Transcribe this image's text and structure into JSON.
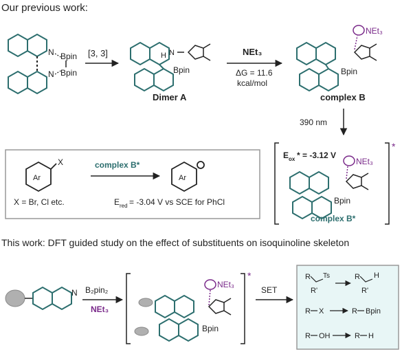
{
  "header": {
    "previous_title": "Our previous work:",
    "this_work_title": "This work: DFT guided study on the effect of substituents on isoquinoline skeleton"
  },
  "top_scheme": {
    "bpin_top": "Bpin",
    "bpin_bottom": "Bpin",
    "n_label": "N",
    "step1_label": "[3, 3]",
    "dimer_label": "Dimer A",
    "reagent_label": "NEt₃",
    "dg_line1": "ΔG = 11.6",
    "dg_line2": "kcal/mol",
    "complex_b_label": "complex B",
    "wavelength_label": "390 nm"
  },
  "reduction_box": {
    "x_label": "X",
    "ar_label": "Ar",
    "complex_label": "complex B*",
    "x_equals": "X = Br, Cl etc.",
    "ered_label": "E",
    "ered_sub": "red",
    "ered_value": " = -3.04 V vs SCE for PhCl"
  },
  "excited_complex": {
    "eox_label": "E",
    "eox_sub": "ox",
    "eox_value": "* = -3.12 V",
    "label": "complex B*",
    "star": "*"
  },
  "bottom_scheme": {
    "reagent1": "B₂pin₂",
    "reagent2": "NEt₃",
    "set_label": "SET",
    "bpin": "Bpin",
    "star": "*",
    "products": {
      "r1_left": "R",
      "ts": "Ts",
      "r_prime": "R'",
      "r1_right": "R",
      "h": "H",
      "r_prime2": "R'",
      "r2_left": "R",
      "x": "X",
      "r2_right": "R",
      "bpin": "Bpin",
      "r3_left": "R",
      "oh": "OH",
      "r3_right": "R",
      "h3": "H"
    }
  },
  "colors": {
    "teal": "#2c6e6e",
    "purple": "#7a2a8a",
    "panel_fill": "#e8f6f6",
    "box_border": "#999999"
  }
}
